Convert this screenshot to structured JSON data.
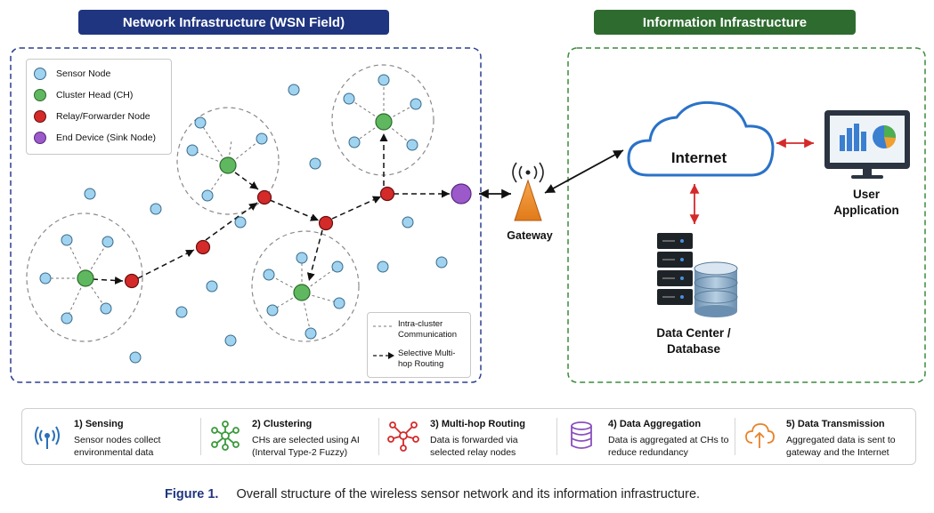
{
  "banners": {
    "network": "Network Infrastructure (WSN Field)",
    "information": "Information Infrastructure"
  },
  "legend": {
    "items": [
      {
        "label": "Sensor Node",
        "color": "#9fd3f0"
      },
      {
        "label": "Cluster Head (CH)",
        "color": "#5fb85f"
      },
      {
        "label": "Relay/Forwarder Node",
        "color": "#d42a2a"
      },
      {
        "label": "End Device (Sink Node)",
        "color": "#9b59c9"
      }
    ]
  },
  "legend2": {
    "intra": "Intra-cluster Communication",
    "multihop": "Selective Multi-hop Routing"
  },
  "labels": {
    "gateway": "Gateway",
    "internet": "Internet",
    "user_app": "User Application",
    "data_center": "Data Center / Database"
  },
  "steps": [
    {
      "title": "1) Sensing",
      "desc": "Sensor nodes collect environmental data",
      "icon": "sensing-icon",
      "color": "#2a6fb8"
    },
    {
      "title": "2) Clustering",
      "desc": "CHs are selected using AI (Interval Type-2 Fuzzy)",
      "icon": "clustering-icon",
      "color": "#3b9a3b"
    },
    {
      "title": "3) Multi-hop Routing",
      "desc": "Data is forwarded via selected relay nodes",
      "icon": "routing-icon",
      "color": "#d42a2a"
    },
    {
      "title": "4) Data Aggregation",
      "desc": "Data is aggregated at CHs to reduce redundancy",
      "icon": "database-icon",
      "color": "#8a4fc0"
    },
    {
      "title": "5) Data Transmission",
      "desc": "Aggregated data is sent to gateway and the Internet",
      "icon": "cloud-upload-icon",
      "color": "#e8822a"
    }
  ],
  "caption": {
    "label": "Figure 1.",
    "text": "Overall structure of the wireless sensor network and its information infrastructure."
  }
}
